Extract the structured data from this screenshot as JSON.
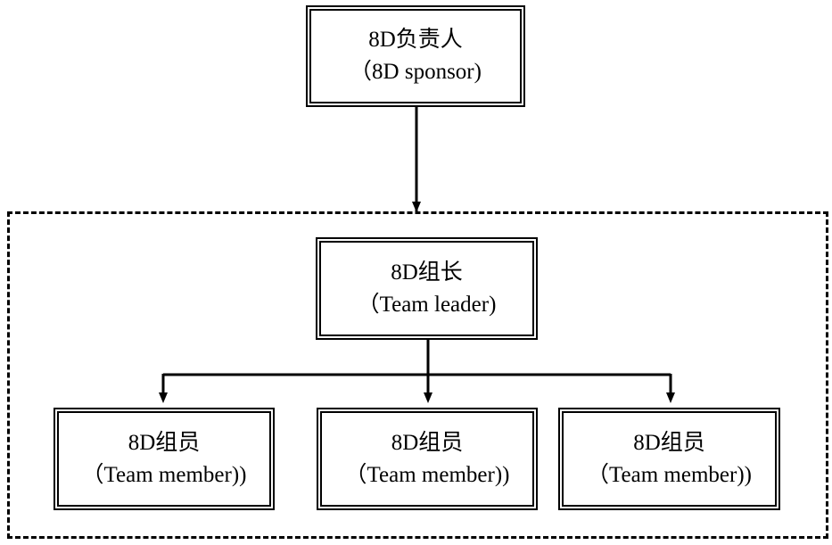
{
  "sponsor": {
    "title": "8D负责人",
    "subtitle": "（8D sponsor)"
  },
  "leader": {
    "title": "8D组长",
    "subtitle": "（Team leader)"
  },
  "members": [
    {
      "title": "8D组员",
      "subtitle": "（Team member))"
    },
    {
      "title": "8D组员",
      "subtitle": "（Team member))"
    },
    {
      "title": "8D组员",
      "subtitle": "（Team member))"
    }
  ]
}
